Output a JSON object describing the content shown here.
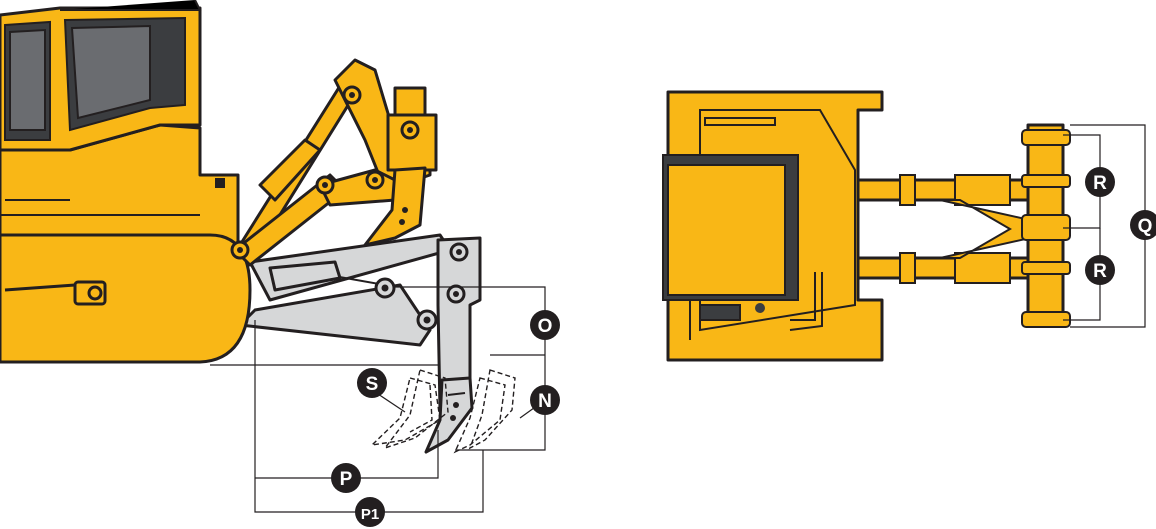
{
  "labels": {
    "O": "O",
    "N": "N",
    "S": "S",
    "P": "P",
    "P1": "P1",
    "R_top": "R",
    "R_bottom": "R",
    "Q": "Q"
  },
  "colors": {
    "machine_yellow": "#f9b716",
    "shank_gray": "#d6d7d8",
    "outline": "#231f20",
    "cab_glass": "#3b3d40",
    "label_fill": "#231f20"
  }
}
